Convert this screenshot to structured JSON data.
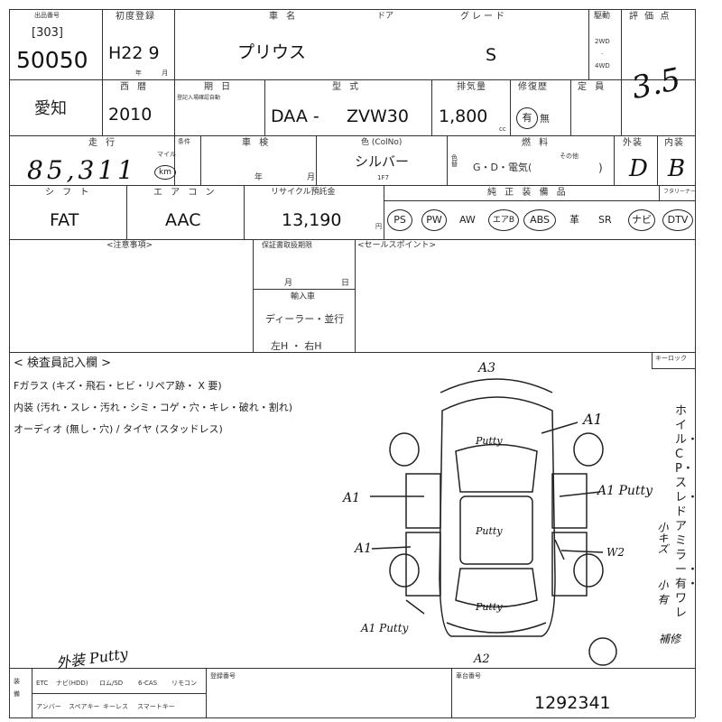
{
  "header": {
    "venue_label": "出品番号",
    "lot_bracket": "[303]",
    "lot_number": "50050",
    "first_reg_label": "初度登録",
    "first_reg_value": "H22 9",
    "first_reg_unit": "年 月",
    "car_name_label": "車 名",
    "car_name_value": "プリウス",
    "door_label": "ドア",
    "grade_label": "グレード",
    "grade_value": "S",
    "drive_label": "駆動",
    "drive_2wd": "2WD",
    "drive_4wd": "4WD",
    "score_label": "評 価 点",
    "score_value": "3.5"
  },
  "row2": {
    "area_label": "愛知",
    "year_label": "西 暦",
    "year_value": "2010",
    "period_label": "期 日",
    "period_sub": "登記入場確認自動",
    "model_label": "型 式",
    "model_prefix": "DAA -",
    "model_value": "ZVW30",
    "displacement_label": "排気量",
    "displacement_value": "1,800",
    "displacement_unit": "cc",
    "repair_label": "修復歴",
    "repair_yes": "有",
    "repair_no": "無",
    "capacity_label": "定 員"
  },
  "row3": {
    "mileage_label": "走 行",
    "mileage_value": "85,311",
    "mileage_unit_mile": "マイル",
    "mileage_unit_km": "km",
    "condition_label": "条件",
    "inspection_label": "車 検",
    "inspection_year": "年",
    "inspection_month": "月",
    "color_label": "色 (ColNo)",
    "color_value": "シルバー",
    "color_code": "1F7",
    "color_change_label": "色替",
    "fuel_label": "燃 料",
    "fuel_options": "G・D・電気(",
    "fuel_other": "その他",
    "exterior_label": "外装",
    "exterior_value": "D",
    "interior_label": "内装",
    "interior_value": "B"
  },
  "row4": {
    "shift_label": "シ フ ト",
    "shift_value": "FAT",
    "ac_label": "エ ア コ ン",
    "ac_value": "AAC",
    "recycle_label": "リサイクル預託金",
    "recycle_value": "13,190",
    "recycle_unit": "円",
    "equipment_label": "純 正 装 備 品",
    "equipment": [
      "PS",
      "PW",
      "AW",
      "エアB",
      "ABS",
      "革",
      "SR",
      "ナビ",
      "DTV"
    ],
    "keyless_label": "フタリーナー"
  },
  "notes": {
    "caution_label": "<注意事項>",
    "warranty_label": "保証書取扱期限",
    "warranty_month": "月",
    "warranty_day": "日",
    "import_label": "輸入車",
    "dealer_label": "ディーラー・並行",
    "handle_label": "左H ・ 右H",
    "sales_point_label": "<セールスポイント>"
  },
  "inspector": {
    "title": "< 検査員記入欄 >",
    "line1": "Fガラス (キズ・飛石・ヒビ・リペア跡・ X 要)",
    "line2": "内装 (汚れ・スレ・汚れ・シミ・コゲ・穴・キレ・破れ・割れ)",
    "line3": "オーディオ (無し・穴) / タイヤ (スタッドレス)",
    "exterior_note": "外装 Putty",
    "remote_label": "キーロック",
    "side_text": "ホイル・CP・スレ・ドアミラー・有・ワレ",
    "side_small1": "小キズ",
    "side_small2": "小 有",
    "side_small3": "補修"
  },
  "diagram": {
    "marks": [
      "A3",
      "A1",
      "A1 Putty",
      "A1",
      "A1",
      "W2",
      "A1 Putty",
      "A2",
      "Putty",
      "Putty",
      "Putty"
    ]
  },
  "footer": {
    "equip_label": "装 備",
    "equip_row1": [
      "ETC",
      "ナビ(HDD)",
      "ロム/SD",
      "6-CAS",
      "リモコン"
    ],
    "equip_row2": [
      "アンバー",
      "スペアキー",
      "キーレス",
      "スマートキー"
    ],
    "reg_number_label": "登録番号",
    "chassis_label": "車台番号",
    "chassis_value": "1292341"
  }
}
